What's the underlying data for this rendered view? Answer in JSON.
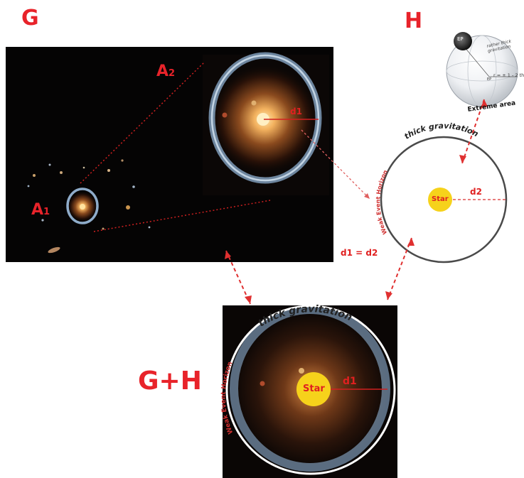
{
  "labels": {
    "panel_g": "G",
    "panel_h": "H",
    "panel_combined": "G+H",
    "a1": "A",
    "a1_sub": "1",
    "a2": "A",
    "a2_sub": "2",
    "d1_top": "d1",
    "d1_bottom": "d1",
    "d2": "d2",
    "equation": "d1 = d2",
    "star_h": "Star",
    "star_bottom": "Star",
    "thick_gravitation_h": "thick gravitation",
    "weak_event_horizon_h": "Weak Event Horizon",
    "thick_gravitation_bottom": "thick gravitation",
    "weak_event_horizon_bottom": "Weak Event Horizon",
    "ep_dark": "EP",
    "ep_small": "EP",
    "rather_thick_gravitation": "rather thick gravitation",
    "radius_label": "r = ± 1 - 2 th",
    "extreme_area": "Extreme area"
  },
  "colors": {
    "accent_red": "#e8232a",
    "star_yellow": "#f6d21b",
    "lens_ring": "#a9c7e6",
    "photo_bg": "#050404",
    "galaxy_core": "#f3b25f"
  }
}
